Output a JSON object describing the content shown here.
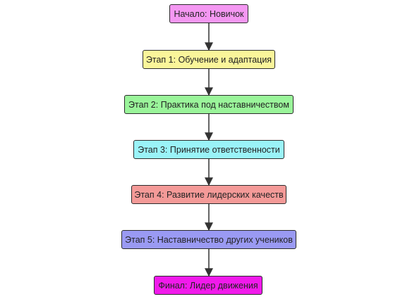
{
  "diagram": {
    "nodes": [
      {
        "id": "n0",
        "label": "Начало: Новичок",
        "color": "#F497F2"
      },
      {
        "id": "n1",
        "label": "Этап 1: Обучение и адаптация",
        "color": "#FAF59A"
      },
      {
        "id": "n2",
        "label": "Этап 2: Практика под наставничеством",
        "color": "#9AF59A"
      },
      {
        "id": "n3",
        "label": "Этап 3: Принятие ответственности",
        "color": "#9AF3F8"
      },
      {
        "id": "n4",
        "label": "Этап 4: Развитие лидерских качеств",
        "color": "#F49A98"
      },
      {
        "id": "n5",
        "label": "Этап 5: Наставничество других учеников",
        "color": "#9A9AF3"
      },
      {
        "id": "n6",
        "label": "Финал: Лидер движения",
        "color": "#F11AEB"
      }
    ],
    "edges": [
      {
        "from": "n0",
        "to": "n1"
      },
      {
        "from": "n1",
        "to": "n2"
      },
      {
        "from": "n2",
        "to": "n3"
      },
      {
        "from": "n3",
        "to": "n4"
      },
      {
        "from": "n4",
        "to": "n5"
      },
      {
        "from": "n5",
        "to": "n6"
      }
    ],
    "edge_color": "#333333"
  }
}
